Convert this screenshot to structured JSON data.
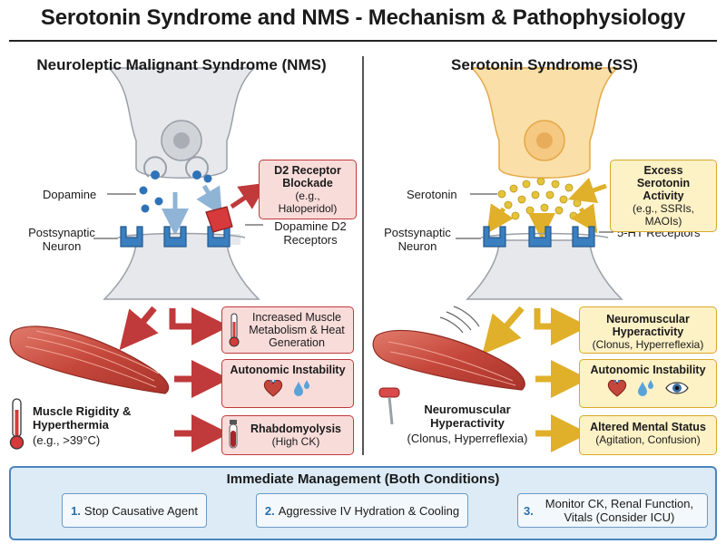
{
  "title": "Serotonin Syndrome and NMS - Mechanism & Pathophysiology",
  "nms": {
    "title": "Neuroleptic Malignant Syndrome (NMS)",
    "dopamine_label": "Dopamine",
    "postsynaptic_label": "Postsynaptic Neuron",
    "receptor_label": "Dopamine D2 Receptors",
    "blockade_title": "D2 Receptor Blockade",
    "blockade_example": "(e.g., Haloperidol)",
    "metabolism_box": "Increased Muscle Metabolism & Heat Generation",
    "autonomic_box": "Autonomic Instability",
    "rhabdo_title": "Rhabdomyolysis",
    "rhabdo_sub": "(High CK)",
    "rigidity_title": "Muscle Rigidity & Hyperthermia",
    "rigidity_sub": "(e.g., >39°C)"
  },
  "ss": {
    "title": "Serotonin Syndrome (SS)",
    "serotonin_label": "Serotonin",
    "postsynaptic_label": "Postsynaptic Neuron",
    "receptor_label": "5-HT Receptors",
    "excess_title": "Excess Serotonin Activity",
    "excess_example": "(e.g., SSRIs, MAOIs)",
    "neuro_box_title": "Neuromuscular Hyperactivity",
    "neuro_box_sub": "(Clonus, Hyperreflexia)",
    "autonomic_box": "Autonomic Instability",
    "mental_title": "Altered Mental Status",
    "mental_sub": "(Agitation, Confusion)",
    "muscle_title": "Neuromuscular Hyperactivity",
    "muscle_sub": "(Clonus, Hyperreflexia)"
  },
  "management": {
    "title": "Immediate Management (Both Conditions)",
    "steps": [
      {
        "num": "1.",
        "text": "Stop Causative Agent"
      },
      {
        "num": "2.",
        "text": "Aggressive IV Hydration & Cooling"
      },
      {
        "num": "3.",
        "text": "Monitor CK, Renal Function, Vitals (Consider ICU)"
      }
    ]
  },
  "colors": {
    "nms_accent": "#c0393b",
    "ss_accent": "#e0b02a",
    "dopamine": "#2e73b8",
    "serotonin": "#e6c43a",
    "receptor": "#3a7fc0",
    "management": "#4a86bd"
  },
  "icons": {
    "thermometer": "thermometer-icon",
    "heart": "heart-icon",
    "droplets": "sweat-drops-icon",
    "eye": "eye-icon",
    "tube": "blood-tube-icon",
    "hammer": "reflex-hammer-icon"
  }
}
